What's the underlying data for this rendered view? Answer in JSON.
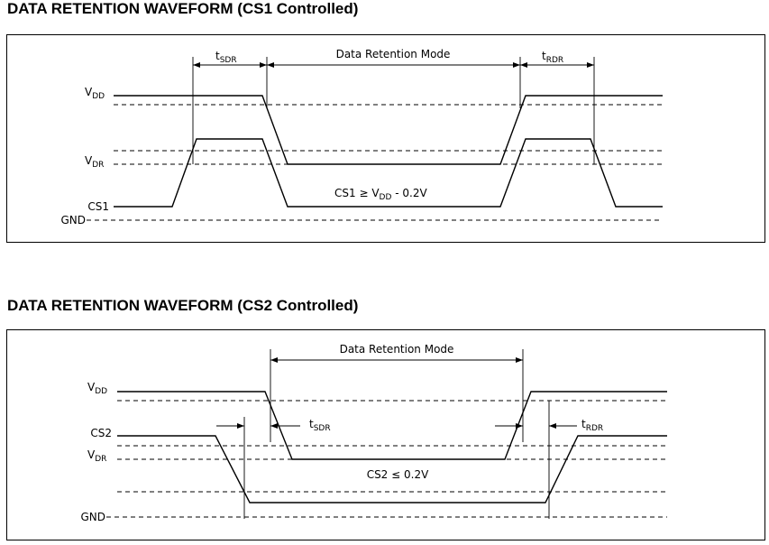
{
  "diagram1": {
    "title_prefix": "DATA RETENTION WAVEFORM (",
    "title_overline": "CS1",
    "title_suffix": " Controlled)",
    "labels": {
      "vdd_base": "V",
      "vdd_sub": "DD",
      "vdr_base": "V",
      "vdr_sub": "DR",
      "cs1": "CS1",
      "gnd": "GND",
      "tsdr_base": "t",
      "tsdr_sub": "SDR",
      "trdr_base": "t",
      "trdr_sub": "RDR",
      "mode": "Data Retention Mode",
      "cond_prefix": "CS1  ≥  V",
      "cond_sub": "DD",
      "cond_suffix": " - 0.2V"
    }
  },
  "diagram2": {
    "title": "DATA RETENTION WAVEFORM (CS2 Controlled)",
    "labels": {
      "vdd_base": "V",
      "vdd_sub": "DD",
      "cs2": "CS2",
      "vdr_base": "V",
      "vdr_sub": "DR",
      "gnd": "GND",
      "tsdr_base": "t",
      "tsdr_sub": "SDR",
      "trdr_base": "t",
      "trdr_sub": "RDR",
      "mode": "Data Retention Mode",
      "cond": "CS2 ≤ 0.2V"
    }
  }
}
